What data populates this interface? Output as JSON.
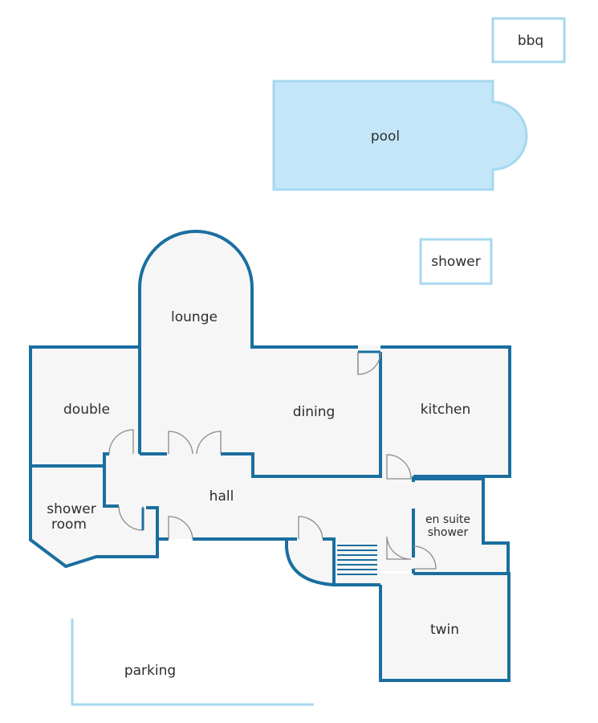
{
  "labels": {
    "bbq": "bbq",
    "pool": "pool",
    "shower": "shower",
    "lounge": "lounge",
    "double": "double",
    "dining": "dining",
    "kitchen": "kitchen",
    "hall": "hall",
    "shower_room_1": "shower",
    "shower_room_2": "room",
    "en_suite_1": "en suite",
    "en_suite_2": "shower",
    "twin": "twin",
    "parking": "parking"
  },
  "colors": {
    "wall": "#1a6fa0",
    "outdoor_outline": "#a6d8ef",
    "pool_fill": "#c3e6f8",
    "room_fill": "#f6f6f6"
  }
}
